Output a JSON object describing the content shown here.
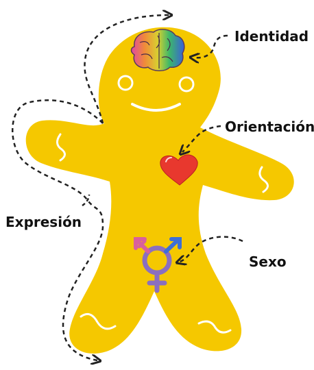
{
  "labels": {
    "identity": "Identidad",
    "orientation": "Orientación",
    "expression": "Expresión",
    "sex": "Sexo"
  },
  "colors": {
    "body": "#F5C800",
    "heart": "#E8382E",
    "symbol": "#8A6FBF",
    "symbol_pink": "#D9609C",
    "symbol_blue": "#3D6FD6",
    "dashes": "#222222"
  },
  "icons": {
    "brain": "brain-icon",
    "heart": "heart-icon",
    "symbol": "transgender-symbol-icon"
  }
}
